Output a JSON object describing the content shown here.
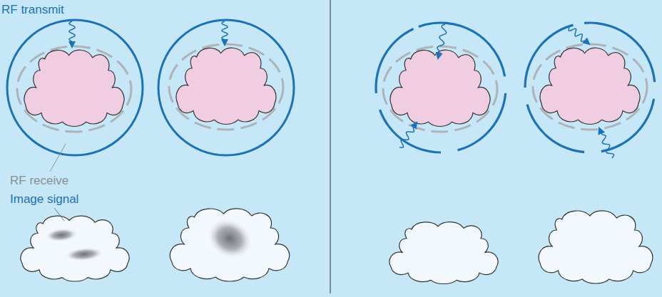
{
  "diagram": {
    "labels": [
      "RF transmit",
      "RF receive",
      "Image signal"
    ]
  }
}
